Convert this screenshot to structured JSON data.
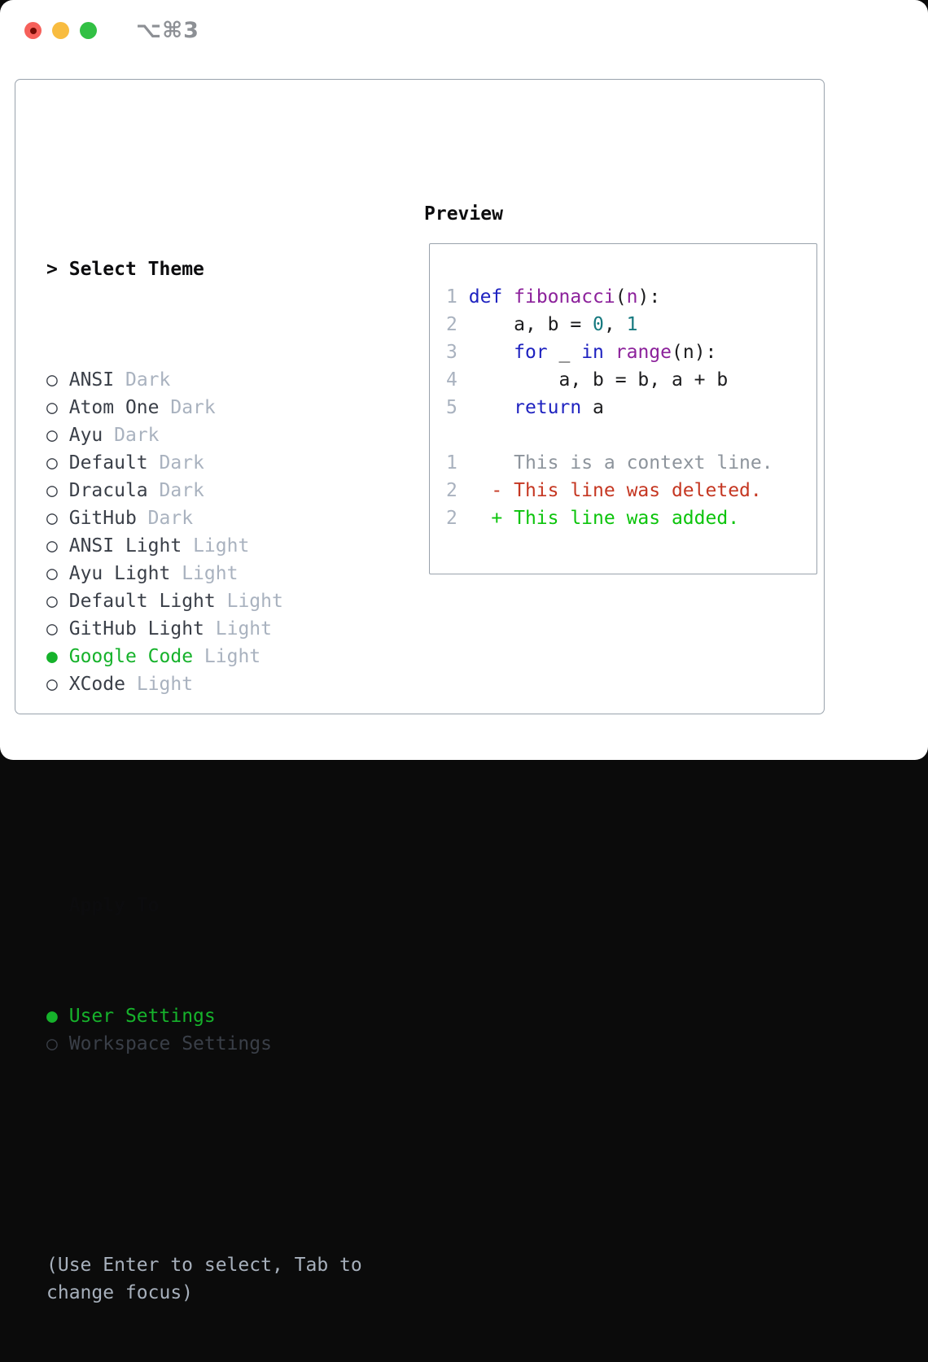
{
  "window": {
    "title_shortcut": "⌥⌘3",
    "traffic_lights": {
      "close_color": "#f6605a",
      "minimize_color": "#f8bc40",
      "zoom_color": "#32c044"
    }
  },
  "left_panel": {
    "header": {
      "prompt": ">",
      "label": "Select Theme"
    },
    "themes": [
      {
        "marker": "○",
        "name": "ANSI",
        "tag": "Dark",
        "selected": false
      },
      {
        "marker": "○",
        "name": "Atom One",
        "tag": "Dark",
        "selected": false
      },
      {
        "marker": "○",
        "name": "Ayu",
        "tag": "Dark",
        "selected": false
      },
      {
        "marker": "○",
        "name": "Default",
        "tag": "Dark",
        "selected": false
      },
      {
        "marker": "○",
        "name": "Dracula",
        "tag": "Dark",
        "selected": false
      },
      {
        "marker": "○",
        "name": "GitHub",
        "tag": "Dark",
        "selected": false
      },
      {
        "marker": "○",
        "name": "ANSI Light",
        "tag": "Light",
        "selected": false
      },
      {
        "marker": "○",
        "name": "Ayu Light",
        "tag": "Light",
        "selected": false
      },
      {
        "marker": "○",
        "name": "Default Light",
        "tag": "Light",
        "selected": false
      },
      {
        "marker": "○",
        "name": "GitHub Light",
        "tag": "Light",
        "selected": false
      },
      {
        "marker": "●",
        "name": "Google Code",
        "tag": "Light",
        "selected": true
      },
      {
        "marker": "○",
        "name": "XCode",
        "tag": "Light",
        "selected": false
      }
    ],
    "apply_to": {
      "label": "Apply To",
      "options": [
        {
          "marker": "●",
          "name": "User Settings",
          "selected": true
        },
        {
          "marker": "○",
          "name": "Workspace Settings",
          "selected": false
        }
      ]
    },
    "help_lines": [
      "(Use Enter to select, Tab to",
      "change focus)"
    ]
  },
  "preview": {
    "label": "Preview",
    "lines": [
      {
        "name": "code-line-1",
        "segments": [
          [
            "1",
            "num"
          ],
          [
            " ",
            "pl"
          ],
          [
            "def",
            "kw"
          ],
          [
            " ",
            "pl"
          ],
          [
            "fibonacci",
            "fn"
          ],
          [
            "(",
            "pl"
          ],
          [
            "n",
            "prm"
          ],
          [
            "):",
            "pl"
          ]
        ]
      },
      {
        "name": "code-line-2",
        "segments": [
          [
            "2",
            "num"
          ],
          [
            "     ",
            "pl"
          ],
          [
            "a, b = ",
            "pl"
          ],
          [
            "0",
            "lit"
          ],
          [
            ", ",
            "pl"
          ],
          [
            "1",
            "lit"
          ]
        ]
      },
      {
        "name": "code-line-3",
        "segments": [
          [
            "3",
            "num"
          ],
          [
            "     ",
            "pl"
          ],
          [
            "for",
            "kw"
          ],
          [
            " _ ",
            "pl"
          ],
          [
            "in",
            "kw"
          ],
          [
            " ",
            "pl"
          ],
          [
            "range",
            "fn"
          ],
          [
            "(n):",
            "pl"
          ]
        ]
      },
      {
        "name": "code-line-4",
        "segments": [
          [
            "4",
            "num"
          ],
          [
            "         ",
            "pl"
          ],
          [
            "a, b = b, a + b",
            "pl"
          ]
        ]
      },
      {
        "name": "code-line-5",
        "segments": [
          [
            "5",
            "num"
          ],
          [
            "     ",
            "pl"
          ],
          [
            "return",
            "kw"
          ],
          [
            " a",
            "pl"
          ]
        ]
      },
      {
        "name": "blank-line",
        "segments": []
      },
      {
        "name": "diff-context-line",
        "segments": [
          [
            "1",
            "num"
          ],
          [
            "     ",
            "pl"
          ],
          [
            "This is a context line.",
            "ctx"
          ]
        ]
      },
      {
        "name": "diff-deleted-line",
        "segments": [
          [
            "2",
            "num"
          ],
          [
            "   ",
            "pl"
          ],
          [
            "- This line was deleted.",
            "del"
          ]
        ]
      },
      {
        "name": "diff-added-line",
        "segments": [
          [
            "2",
            "num"
          ],
          [
            "   ",
            "pl"
          ],
          [
            "+ This line was added.",
            "add"
          ]
        ]
      }
    ]
  },
  "colors": {
    "accent_green": "#16b22b",
    "muted_gray_blue": "#a9b2bf",
    "text_dark": "#3a3f48",
    "panel_border": "#99a2ac",
    "keyword_blue": "#1e22c0",
    "function_purple": "#8c219b",
    "literal_teal": "#16797f",
    "diff_red": "#c53722",
    "diff_green": "#0cc40c",
    "diff_context_gray": "#8d949c"
  }
}
